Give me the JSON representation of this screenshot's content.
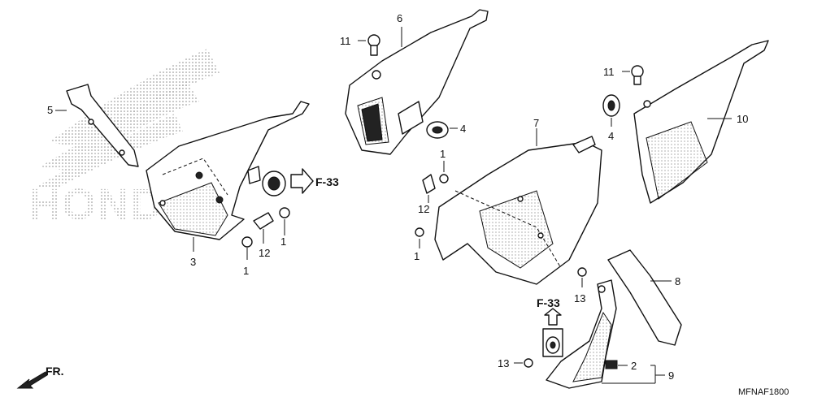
{
  "diagram_code": "MFNAF1800",
  "brand_watermark": "HONDA",
  "front_indicator": "FR.",
  "references": [
    "F-33",
    "F-33"
  ],
  "callouts": [
    "1",
    "1",
    "1",
    "1",
    "2",
    "3",
    "4",
    "4",
    "5",
    "6",
    "7",
    "8",
    "9",
    "10",
    "11",
    "11",
    "12",
    "12",
    "13",
    "13"
  ]
}
